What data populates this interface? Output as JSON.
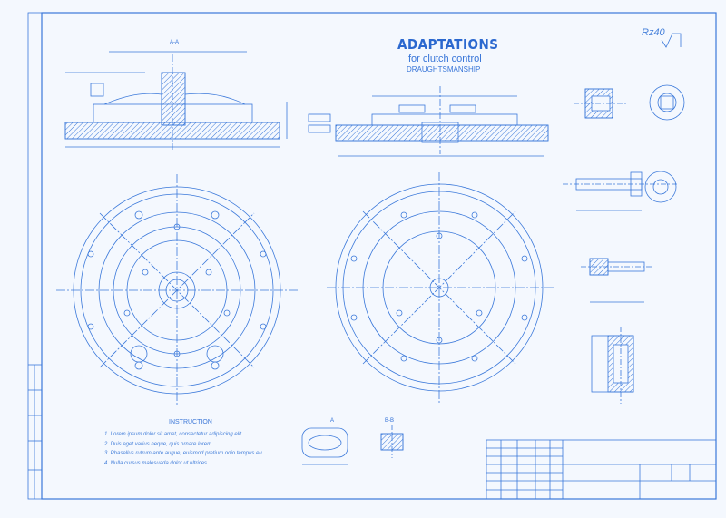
{
  "sheet": {
    "title": "ADAPTATIONS",
    "subtitle": "for clutch control",
    "category": "DRAUGHTSMANSHIP",
    "roughness": "Rz40"
  },
  "views": {
    "section_aa": "A-A",
    "view_a": "A",
    "section_bb": "B-B"
  },
  "instructions": {
    "heading": "INSTRUCTION",
    "items": [
      "1. Lorem ipsum dolor sit amet, consectetur adipiscing elit.",
      "2. Duis eget varius neque, quis ornare lorem.",
      "3. Phasellus rutrum ante augue, euismod pretium odio tempus eu.",
      "4. Nulla cursus malesuada dolor ut ultrices."
    ]
  },
  "colors": {
    "background": "#f4f8fe",
    "line": "#2f6fd6"
  }
}
